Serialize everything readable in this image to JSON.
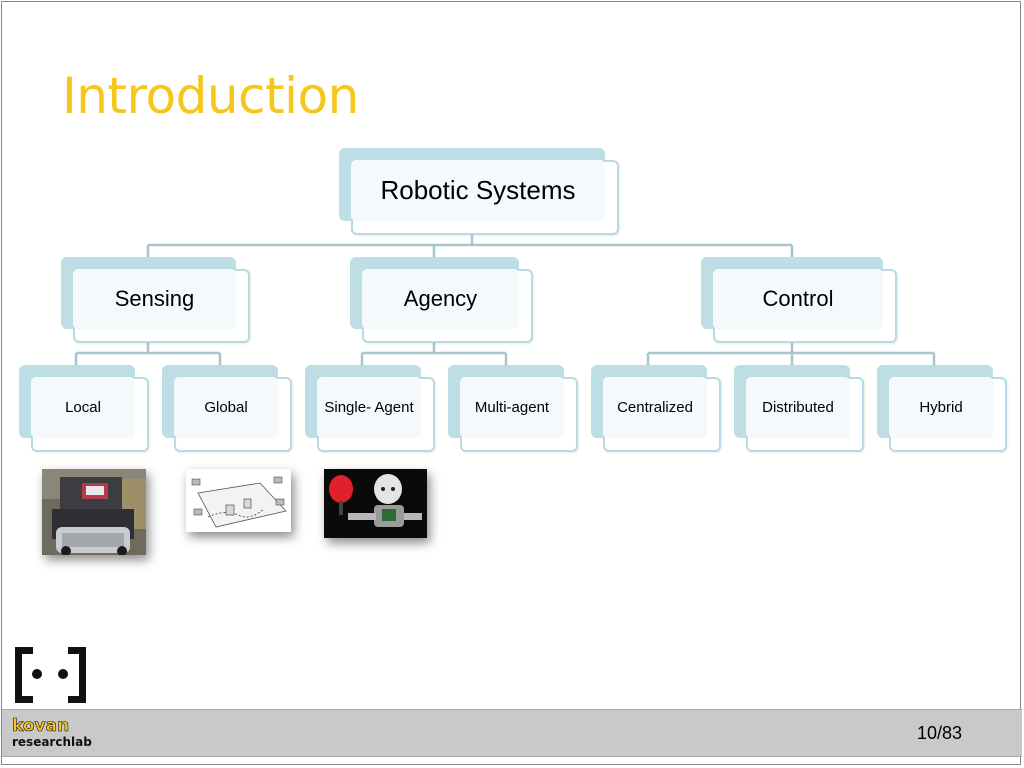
{
  "slide": {
    "title": "Introduction",
    "page_number": "10/83"
  },
  "tree": {
    "root": "Robotic Systems",
    "branches": [
      {
        "label": "Sensing",
        "children": [
          "Local",
          "Global"
        ]
      },
      {
        "label": "Agency",
        "children": [
          "Single- Agent",
          "Multi-agent"
        ]
      },
      {
        "label": "Control",
        "children": [
          "Centralized",
          "Distributed",
          "Hybrid"
        ]
      }
    ]
  },
  "images": [
    {
      "name": "mobile-robot-photo"
    },
    {
      "name": "global-sensing-diagram"
    },
    {
      "name": "humanoid-robot-photo"
    }
  ],
  "logo": {
    "line1": "kovan",
    "line2": "researchlab"
  },
  "colors": {
    "title": "#f6c61a",
    "node_back": "#bcdee4",
    "node_border": "#b5dbe3",
    "connector": "#a7c6cc",
    "footer": "#c9c9c9"
  }
}
